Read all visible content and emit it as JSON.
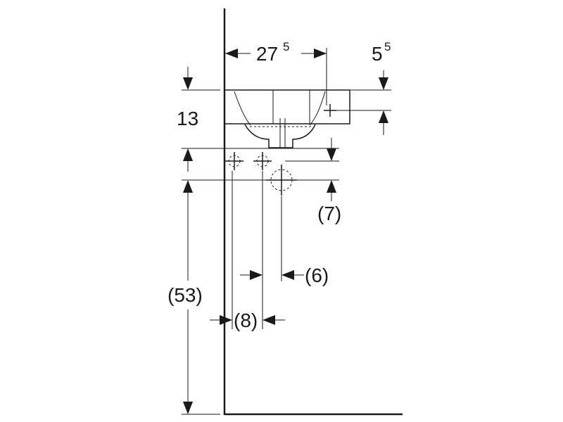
{
  "dimensions": {
    "width_main": "27",
    "width_sup": "5",
    "offset_main": "5",
    "offset_sup": "5",
    "height": "13",
    "waste_drop": "(7)",
    "trap_offset": "(6)",
    "supply_spacing": "(8)",
    "floor_height": "(53)"
  },
  "colors": {
    "line": "#1a1a1a",
    "background": "#ffffff"
  }
}
